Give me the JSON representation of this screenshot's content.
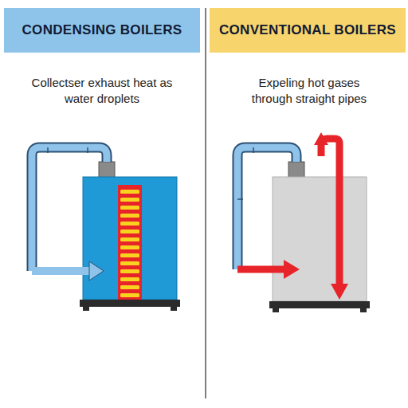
{
  "diagram": {
    "nodes": [
      {
        "text": [
          "CONDENSING BOILERS"
        ]
      },
      {
        "text": [
          "CONVENTIONAL BOILERS"
        ]
      }
    ],
    "labels": [
      "Collectser exhaust heat as water droplets",
      "Expeling hot gases through straight pipes"
    ]
  }
}
